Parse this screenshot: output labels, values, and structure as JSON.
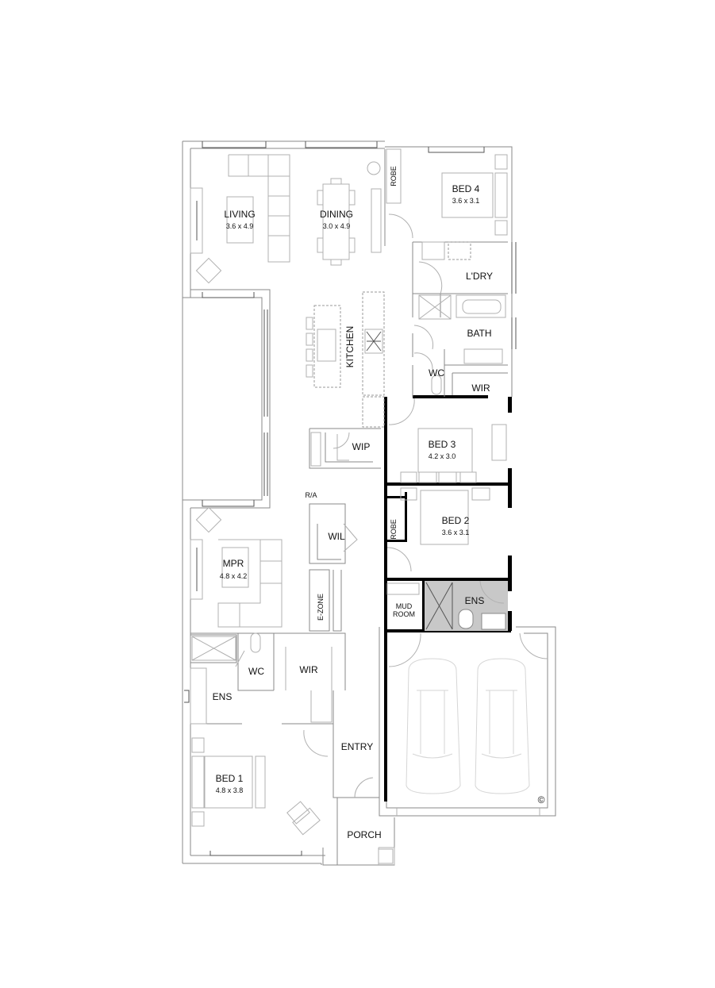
{
  "plan": {
    "rooms": {
      "living": {
        "name": "LIVING",
        "dims": "3.6 x 4.9"
      },
      "dining": {
        "name": "DINING",
        "dims": "3.0 x 4.9"
      },
      "robe_bed4": {
        "name": "ROBE"
      },
      "bed4": {
        "name": "BED 4",
        "dims": "3.6 x 3.1"
      },
      "ldry": {
        "name": "L'DRY"
      },
      "kitchen": {
        "name": "KITCHEN"
      },
      "bath": {
        "name": "BATH"
      },
      "wc_upper": {
        "name": "WC"
      },
      "wir_upper": {
        "name": "WIR"
      },
      "wip": {
        "name": "WIP"
      },
      "bed3": {
        "name": "BED 3",
        "dims": "4.2 x 3.0"
      },
      "ra": {
        "name": "R/A"
      },
      "wil": {
        "name": "WIL"
      },
      "robe_bed2": {
        "name": "ROBE"
      },
      "bed2": {
        "name": "BED 2",
        "dims": "3.6 x 3.1"
      },
      "mpr": {
        "name": "MPR",
        "dims": "4.8 x 4.2"
      },
      "ezone": {
        "name": "E-ZONE"
      },
      "mudroom_1": {
        "name": "MUD"
      },
      "mudroom_2": {
        "name": "ROOM"
      },
      "ens_bed2": {
        "name": "ENS"
      },
      "wc_lower": {
        "name": "WC"
      },
      "wir_lower": {
        "name": "WIR"
      },
      "ens_bed1": {
        "name": "ENS"
      },
      "entry": {
        "name": "ENTRY"
      },
      "bed1": {
        "name": "BED 1",
        "dims": "4.8 x 3.8"
      },
      "porch": {
        "name": "PORCH"
      }
    },
    "copyright": "©"
  }
}
